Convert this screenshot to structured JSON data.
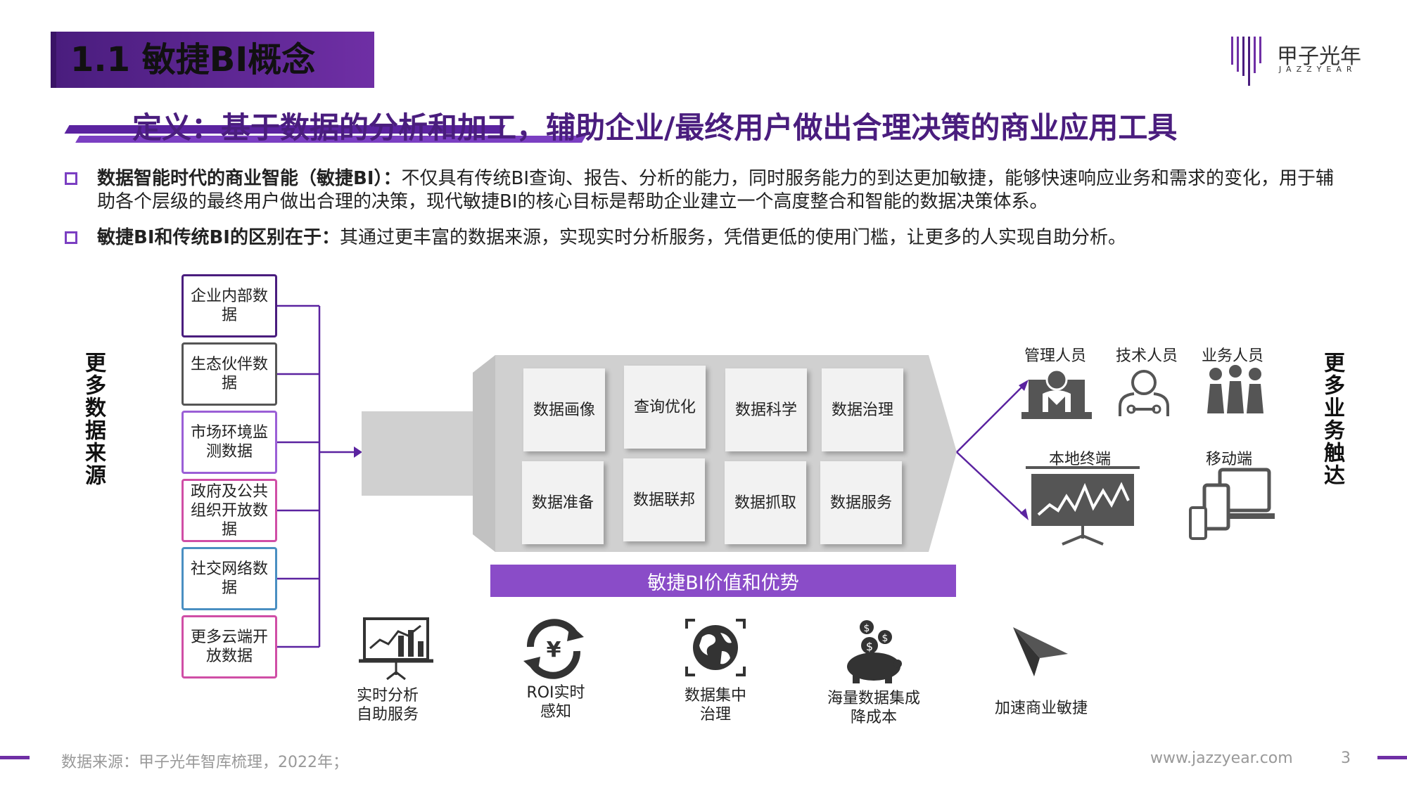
{
  "title": "1.1 敏捷BI概念",
  "definition": "定义：基于数据的分析和加工，辅助企业/最终用户做出合理决策的商业应用工具",
  "logo": {
    "cn": "甲子光年",
    "en": "JAZZYEAR"
  },
  "bullets": [
    {
      "bold": "数据智能时代的商业智能（敏捷BI）：",
      "text": "不仅具有传统BI查询、报告、分析的能力，同时服务能力的到达更加敏捷，能够快速响应业务和需求的变化，用于辅助各个层级的最终用户做出合理的决策，现代敏捷BI的核心目标是帮助企业建立一个高度整合和智能的数据决策体系。"
    },
    {
      "bold": "敏捷BI和传统BI的区别在于：",
      "text": "其通过更丰富的数据来源，实现实时分析服务，凭借更低的使用门槛，让更多的人实现自助分析。"
    }
  ],
  "left_label": "更多数据来源",
  "right_label": "更多业务触达",
  "sources": [
    {
      "label": "企业内部数据",
      "color": "#4a1d7e"
    },
    {
      "label": "生态伙伴数据",
      "color": "#555555"
    },
    {
      "label": "市场环境监测数据",
      "color": "#9b5fd6"
    },
    {
      "label": "政府及公共组织开放数据",
      "color": "#d04ea6"
    },
    {
      "label": "社交网络数据",
      "color": "#4a8fc2"
    },
    {
      "label": "更多云端开放数据",
      "color": "#d04ea6"
    }
  ],
  "functions": [
    "数据画像",
    "查询优化",
    "数据科学",
    "数据治理",
    "数据准备",
    "数据联邦",
    "数据抓取",
    "数据服务"
  ],
  "value_bar": "敏捷BI价值和优势",
  "advantages": [
    {
      "label": "实时分析自助服务",
      "icon": "dashboard-chart-icon"
    },
    {
      "label": "ROI实时感知",
      "icon": "yuan-cycle-icon"
    },
    {
      "label": "数据集中治理",
      "icon": "globe-focus-icon"
    },
    {
      "label": "海量数据集成降成本",
      "icon": "piggy-bank-icon"
    },
    {
      "label": "加速商业敏捷",
      "icon": "paper-plane-icon"
    }
  ],
  "roles": [
    "管理人员",
    "技术人员",
    "业务人员"
  ],
  "terminals": [
    "本地终端",
    "移动端"
  ],
  "footer": {
    "source": "数据来源：甲子光年智库梳理，2022年；",
    "url": "www.jazzyear.com",
    "page": "3"
  }
}
